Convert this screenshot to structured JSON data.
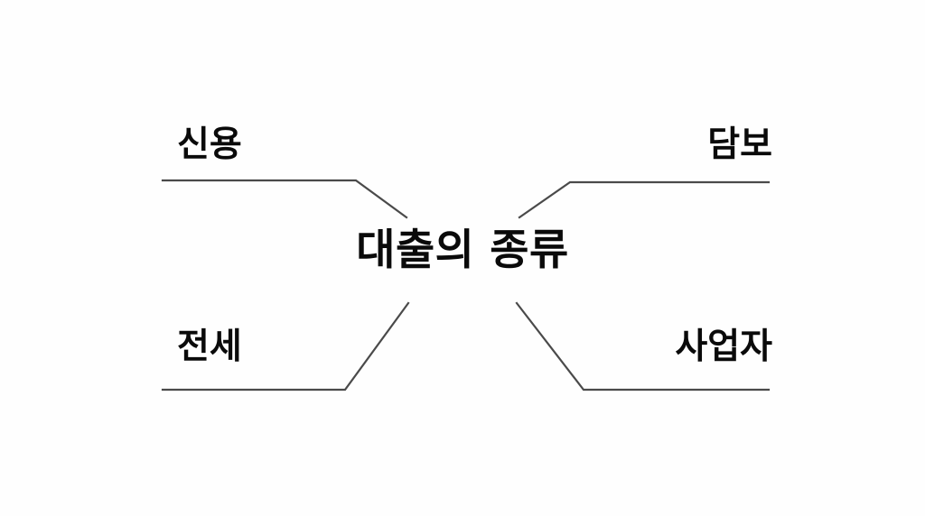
{
  "diagram": {
    "title": "대출의 종류",
    "background_color": "#fefefe",
    "text_color": "#0a0a0a",
    "line_color": "#4a4a4a",
    "branches": [
      {
        "id": "credit",
        "label": "신용",
        "position": "top-left"
      },
      {
        "id": "collateral",
        "label": "담보",
        "position": "top-right"
      },
      {
        "id": "jeonse",
        "label": "전세",
        "position": "bottom-left"
      },
      {
        "id": "business",
        "label": "사업자",
        "position": "bottom-right"
      }
    ]
  }
}
